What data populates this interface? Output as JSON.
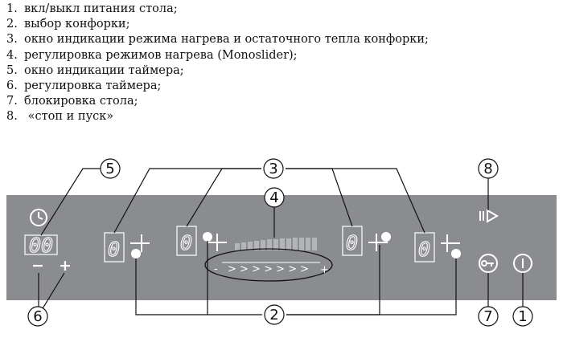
{
  "legend": [
    {
      "num": "1.",
      "text": "вкл/выкл питания стола;"
    },
    {
      "num": "2.",
      "text": "выбор конфорки;"
    },
    {
      "num": "3.",
      "text": "окно индикации режима нагрева и остаточного тепла конфорки;"
    },
    {
      "num": "4.",
      "text": "регулировка режимов нагрева (Monoslider);"
    },
    {
      "num": "5.",
      "text": "окно индикации таймера;"
    },
    {
      "num": "6.",
      "text": "регулировка таймера;"
    },
    {
      "num": "7.",
      "text": "блокировка стола;"
    },
    {
      "num": "8.",
      "text": " «стоп и пуск»"
    }
  ],
  "callouts": {
    "c1": "1",
    "c2": "2",
    "c3": "3",
    "c4": "4",
    "c5": "5",
    "c6": "6",
    "c7": "7",
    "c8": "8"
  },
  "panel": {
    "timer_display": "00",
    "timer_minus": "−",
    "timer_plus": "+",
    "zone_displays": [
      "0",
      "0",
      "0",
      "0"
    ],
    "slider_minus": "-",
    "slider_plus": "+",
    "slider_arrows": ">  >  >  >  >  >  >",
    "icons": {
      "timer": "clock-icon",
      "zones": "zone-select-icon",
      "stop_go": "play-pause-icon",
      "lock": "key-lock-icon",
      "power": "power-icon"
    }
  },
  "colors": {
    "panel": "#8a8c8f",
    "symbol": "#ffffff",
    "line": "#111111"
  }
}
